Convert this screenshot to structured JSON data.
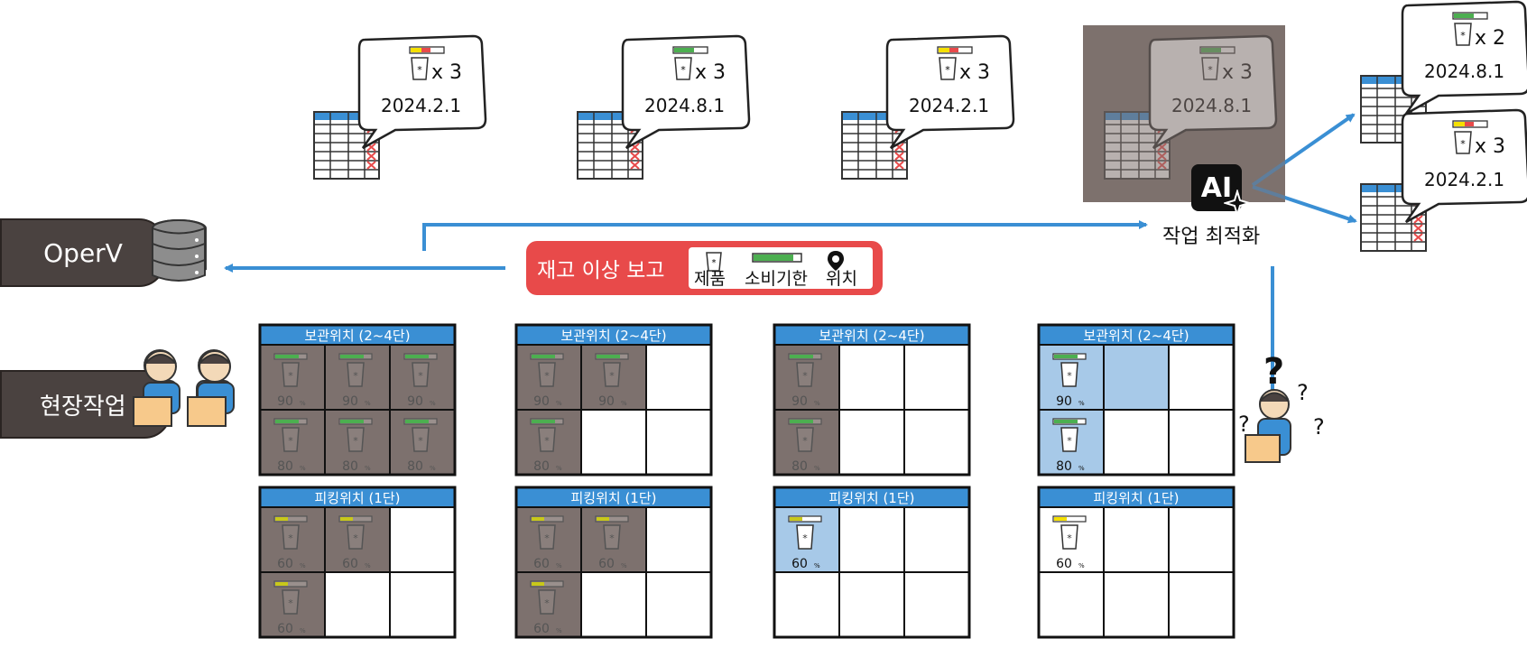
{
  "bubbles": [
    {
      "count": "x 3",
      "date": "2024.2.1",
      "bar_colors": [
        "#f5e000",
        "#e84a4a"
      ]
    },
    {
      "count": "x 3",
      "date": "2024.8.1",
      "bar_colors": [
        "#4caf50",
        "#4caf50"
      ]
    },
    {
      "count": "x 3",
      "date": "2024.2.1",
      "bar_colors": [
        "#f5e000",
        "#e84a4a"
      ]
    },
    {
      "count": "x 3",
      "date": "2024.8.1",
      "bar_colors": [
        "#4caf50",
        "#4caf50"
      ]
    }
  ],
  "right_bubbles": [
    {
      "count": "x 2",
      "date": "2024.8.1",
      "bar_colors": [
        "#4caf50",
        "#4caf50"
      ]
    },
    {
      "count": "x 3",
      "date": "2024.2.1",
      "bar_colors": [
        "#f5e000",
        "#e84a4a"
      ]
    }
  ],
  "left_tabs": {
    "system": "OperV",
    "field": "현장작업"
  },
  "report": {
    "title": "재고 이상 보고",
    "legend_product": "제품",
    "legend_expiry": "소비기한",
    "legend_location": "위치"
  },
  "ai": {
    "badge": "AI",
    "caption": "작업 최적화"
  },
  "racks": [
    {
      "storage_header": "보관위치 (2~4단)",
      "picking_header": "피킹위치 (1단)",
      "storage": [
        {
          "p": "90",
          "s": "gray"
        },
        {
          "p": "90",
          "s": "gray"
        },
        {
          "p": "90",
          "s": "gray"
        },
        {
          "p": "80",
          "s": "gray"
        },
        {
          "p": "80",
          "s": "gray"
        },
        {
          "p": "80",
          "s": "gray"
        }
      ],
      "picking": [
        {
          "p": "60",
          "s": "gray"
        },
        {
          "p": "60",
          "s": "gray"
        },
        null,
        {
          "p": "60",
          "s": "gray"
        },
        null,
        null
      ]
    },
    {
      "storage_header": "보관위치 (2~4단)",
      "picking_header": "피킹위치 (1단)",
      "storage": [
        {
          "p": "90",
          "s": "gray"
        },
        {
          "p": "90",
          "s": "gray"
        },
        null,
        {
          "p": "80",
          "s": "gray"
        },
        null,
        null
      ],
      "picking": [
        {
          "p": "60",
          "s": "gray"
        },
        {
          "p": "60",
          "s": "gray"
        },
        null,
        {
          "p": "60",
          "s": "gray"
        },
        null,
        null
      ]
    },
    {
      "storage_header": "보관위치 (2~4단)",
      "picking_header": "피킹위치 (1단)",
      "storage": [
        {
          "p": "90",
          "s": "gray"
        },
        null,
        null,
        {
          "p": "80",
          "s": "gray"
        },
        null,
        null
      ],
      "picking": [
        {
          "p": "60",
          "s": "blue"
        },
        null,
        null,
        null,
        null,
        null
      ]
    },
    {
      "storage_header": "보관위치 (2~4단)",
      "picking_header": "피킹위치 (1단)",
      "storage": [
        {
          "p": "90",
          "s": "blue"
        },
        {
          "p": "",
          "s": "blue-empty"
        },
        null,
        {
          "p": "80",
          "s": "blue"
        },
        null,
        null
      ],
      "picking": [
        {
          "p": "60",
          "s": "white"
        },
        null,
        null,
        null,
        null,
        null
      ]
    }
  ],
  "percent_unit": "%",
  "question_marks": [
    "?",
    "?",
    "?",
    "?"
  ],
  "colors": {
    "accent_blue": "#3a8fd4",
    "report_red": "#e84a4a",
    "tab_dark": "#4a4240",
    "rack_gray": "#7d716e",
    "rack_blue": "#a7c9e8"
  }
}
